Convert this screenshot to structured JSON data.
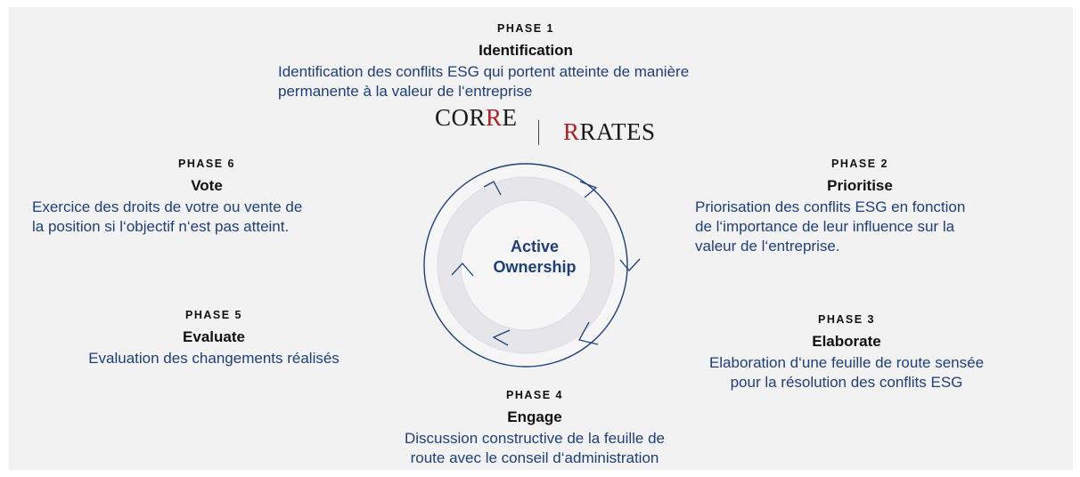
{
  "center": {
    "line1": "Active",
    "line2": "Ownership"
  },
  "logos": {
    "corre": "CORRE",
    "rates": "RRATES"
  },
  "phases": [
    {
      "num": "PHASE 1",
      "title": "Identification",
      "desc": [
        "Identification des conflits ESG qui portent atteinte de manière",
        "permanente à la valeur de l‘entreprise"
      ]
    },
    {
      "num": "PHASE 2",
      "title": "Prioritise",
      "desc": [
        "Priorisation des conflits ESG en fonction",
        "de l‘importance de leur influence sur la",
        "valeur de l‘entreprise."
      ]
    },
    {
      "num": "PHASE 3",
      "title": "Elaborate",
      "desc": [
        "Elaboration d‘une feuille de route sensée",
        "pour la résolution des conflits ESG"
      ]
    },
    {
      "num": "PHASE 4",
      "title": "Engage",
      "desc": [
        "Discussion constructive de la feuille de",
        "route avec le conseil d‘administration"
      ]
    },
    {
      "num": "PHASE 5",
      "title": "Evaluate",
      "desc": [
        "Evaluation des changements réalisés"
      ]
    },
    {
      "num": "PHASE 6",
      "title": "Vote",
      "desc": [
        "Exercice des droits de votre ou vente de",
        "la position si l‘objectif n‘est pas atteint."
      ]
    }
  ],
  "colors": {
    "navy": "#1e3f7a",
    "ring_fill": "#e9e9ec",
    "logo_red": "#b01f24"
  }
}
